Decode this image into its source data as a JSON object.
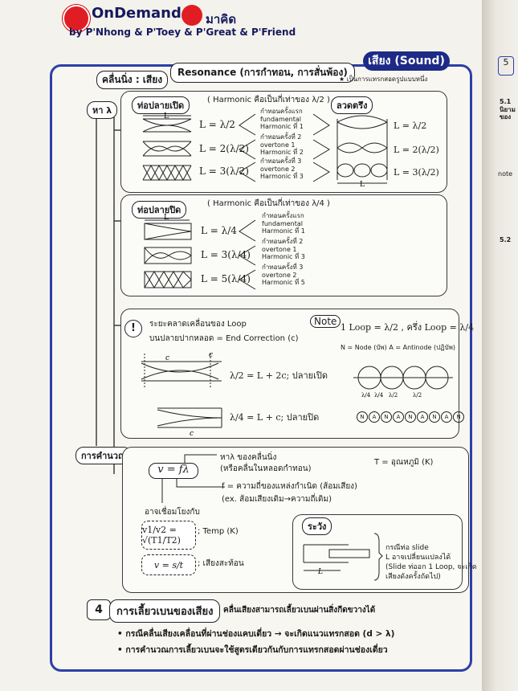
{
  "header": {
    "brand": "OnDemand",
    "byline": "by P'Nhong & P'Toey & P'Great & P'Friend",
    "right_logo_text": "มาคิด"
  },
  "section_title": "เสียง (Sound)",
  "topic": {
    "label": "คลื่นนิ่ง : เสียง",
    "title": "Resonance (การกำทอน, การสั่นพ้อง)",
    "note": "เป็นการแทรกสอดรูปแบบหนึ่ง"
  },
  "find_lambda_label": "หา λ",
  "open_pipe": {
    "tag": "ท่อปลายเปิด",
    "desc": "( Harmonic คือเป็นกี่เท่าของ λ/2 )",
    "equations": [
      "L = λ/2",
      "L = 2(λ/2)",
      "L = 3(λ/2)"
    ],
    "labels": [
      [
        "กำทอนครั้งแรก",
        "fundamental",
        "Harmonic ที่ 1"
      ],
      [
        "กำทอนครั้งที่ 2",
        "overtone 1",
        "Harmonic ที่ 2"
      ],
      [
        "กำทอนครั้งที่ 3",
        "overtone 2",
        "Harmonic ที่ 3"
      ]
    ],
    "string_tag": "ลวดตรึง",
    "string_equations": [
      "L = λ/2",
      "L = 2(λ/2)",
      "L = 3(λ/2)"
    ],
    "length_label": "L"
  },
  "closed_pipe": {
    "tag": "ท่อปลายปิด",
    "desc": "( Harmonic คือเป็นกี่เท่าของ λ/4 )",
    "equations": [
      "L = λ/4",
      "L = 3(λ/4)",
      "L = 5(λ/4)"
    ],
    "labels": [
      [
        "กำทอนครั้งแรก",
        "fundamental",
        "Harmonic ที่ 1"
      ],
      [
        "กำทอนครั้งที่ 2",
        "overtone 1",
        "Harmonic ที่ 3"
      ],
      [
        "กำทอนครั้งที่ 3",
        "overtone 2",
        "Harmonic ที่ 5"
      ]
    ],
    "length_label": "L"
  },
  "end_correction": {
    "icon_text": "!",
    "line1": "ระยะคลาดเคลื่อนของ Loop",
    "line2": "บนปลายปากหลอด = End Correction (c)",
    "eq_open": "λ/2 = L + 2c; ปลายเปิด",
    "eq_closed": "λ/4 = L + c; ปลายปิด",
    "c_label": "c",
    "l_label": "L"
  },
  "note_box": {
    "label": "Note",
    "text": "1 Loop = λ/2 , ครึ่ง Loop = λ/4",
    "legend": "N = Node (บัพ)  A = Antinode (ปฏิบัพ)",
    "node_letters": [
      "N",
      "A",
      "N",
      "A",
      "N",
      "A",
      "N",
      "A",
      "N"
    ],
    "quarter_labels": [
      "λ/4",
      "λ/4",
      "λ/2",
      "λ/2"
    ]
  },
  "calc": {
    "label": "การคำนวณ",
    "formula": "v = fλ",
    "lambda_note_1": "หาλ ของคลื่นนิ่ง",
    "lambda_note_2": "(หรือคลื่นในหลอดกำทอน)",
    "f_note_1": "f = ความถี่ของแหล่งกำเนิด (ส้อมเสียง)",
    "f_note_2": "(ex. ส้อมเสียงเดิม→ความถี่เดิม)",
    "temp_note": "T = อุณหภูมิ (K)",
    "relate": "อาจเชื่อมโยงกับ",
    "temp_formula": "v1/v2 = √(T1/T2)",
    "temp_label": "; Temp (K)",
    "echo_formula": "v = s/t",
    "echo_label": "; เสียงสะท้อน"
  },
  "caution": {
    "tag": "ระวัง",
    "lines": [
      "กรณีท่อ slide",
      "L อาจเปลี่ยนแปลงได้",
      "(Slide ท่ออก 1 Loop, จะเกิด",
      "เสียงดังครั้งถัดไป)"
    ],
    "l_label": "L"
  },
  "section4": {
    "number": "4",
    "title": "การเลี้ยวเบนของเสียง",
    "subtitle": "คลื่นเสียงสามารถเลี้ยวเบนผ่านสิ่งกีดขวางได้",
    "bullets": [
      "กรณีคลื่นเสียงเคลื่อนที่ผ่านช่องแคบเดี่ยว → จะเกิดแนวแทรกสอด (d > λ)",
      "การคำนวณการเลี้ยวเบนจะใช้สูตรเดียวกันกับการแทรกสอดผ่านช่องเดี่ยว"
    ]
  },
  "right_page": {
    "items": [
      "5",
      "5.1 นิยามของ",
      "note",
      "5.2"
    ]
  }
}
